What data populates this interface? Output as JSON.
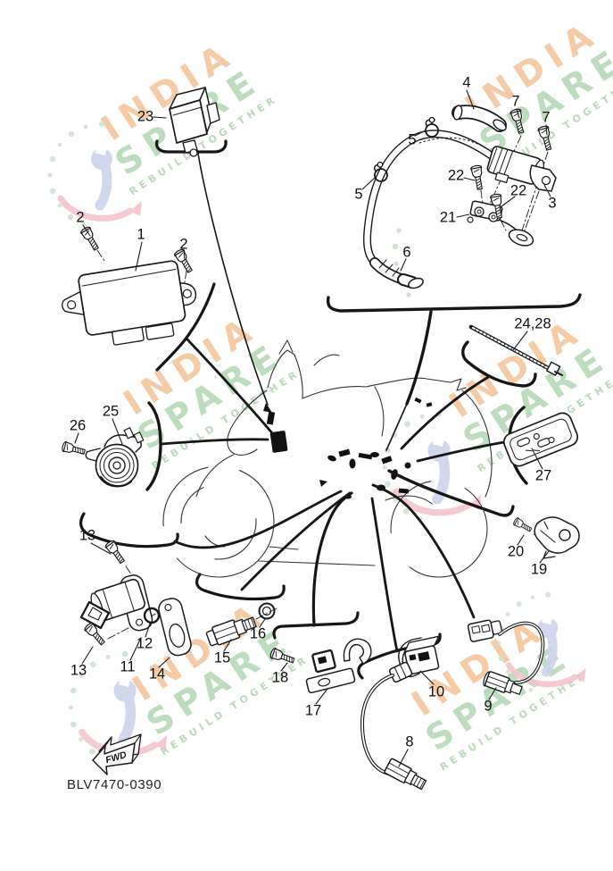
{
  "diagram": {
    "code": "BLV7470-0390",
    "fwd_label": "FWD"
  },
  "watermark": {
    "line1": "INDIA",
    "line2": "SPARE",
    "tagline": "REBUILD TOGETHER",
    "colors": {
      "line1": "#f4c9a0",
      "line2": "#b9dcba",
      "tagline": "#b7d6b7",
      "wrench": "#cdd4ec",
      "swoosh": "#f3c4ce",
      "dots": "#cfe3cf"
    }
  },
  "part_labels": [
    {
      "text": "23"
    },
    {
      "text": "1"
    },
    {
      "text": "2"
    },
    {
      "text": "2"
    },
    {
      "text": "4"
    },
    {
      "text": "5"
    },
    {
      "text": "5"
    },
    {
      "text": "6"
    },
    {
      "text": "7"
    },
    {
      "text": "7"
    },
    {
      "text": "3"
    },
    {
      "text": "21"
    },
    {
      "text": "22"
    },
    {
      "text": "22"
    },
    {
      "text": "24,28"
    },
    {
      "text": "27"
    },
    {
      "text": "25"
    },
    {
      "text": "26"
    },
    {
      "text": "13"
    },
    {
      "text": "13"
    },
    {
      "text": "11"
    },
    {
      "text": "12"
    },
    {
      "text": "14"
    },
    {
      "text": "15"
    },
    {
      "text": "16"
    },
    {
      "text": "17"
    },
    {
      "text": "18"
    },
    {
      "text": "10"
    },
    {
      "text": "8"
    },
    {
      "text": "9"
    },
    {
      "text": "19"
    },
    {
      "text": "20"
    }
  ]
}
